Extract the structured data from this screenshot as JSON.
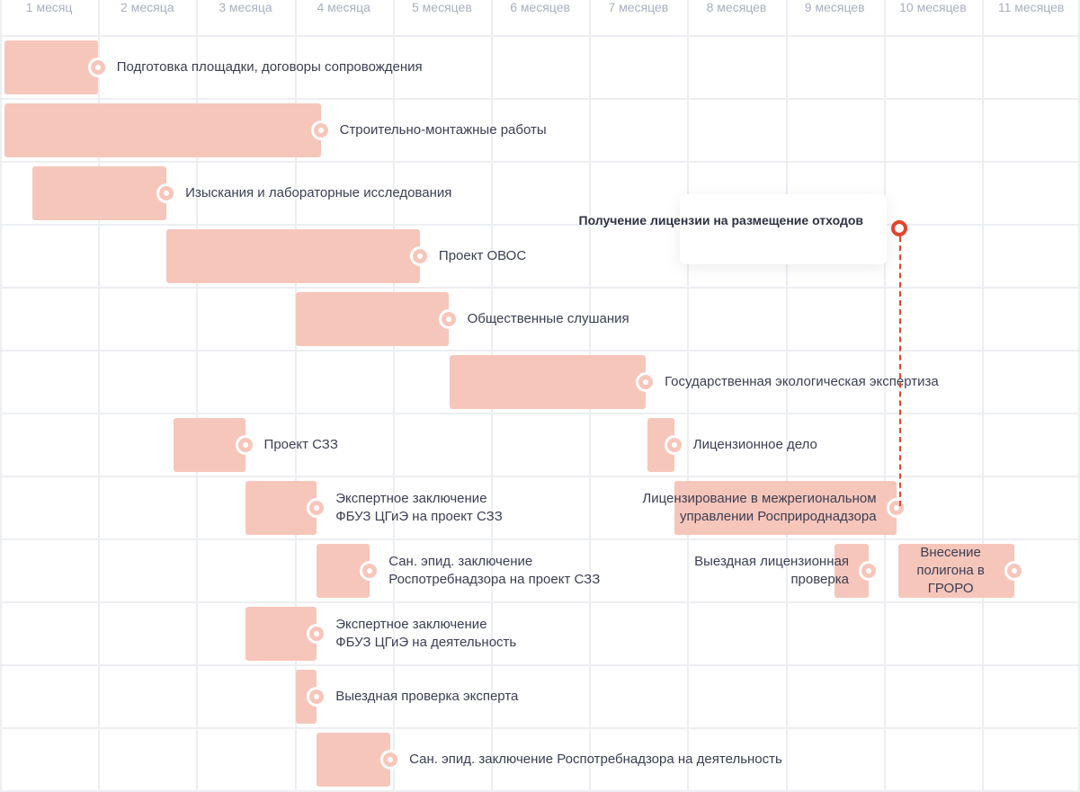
{
  "chart_data": {
    "type": "gantt",
    "months": [
      "1 месяц",
      "2 месяца",
      "3 месяца",
      "4 месяца",
      "5 месяцев",
      "6 месяцев",
      "7 месяцев",
      "8 месяцев",
      "9 месяцев",
      "10 месяцев",
      "11 месяцев"
    ],
    "x_unit": "months",
    "xlim": [
      0,
      11
    ],
    "tasks": [
      {
        "row": 0,
        "start": 0.0,
        "end": 0.95,
        "label": "Подготовка площадки, договоры сопровождения"
      },
      {
        "row": 1,
        "start": 0.0,
        "end": 3.22,
        "label": "Строительно-монтажные работы"
      },
      {
        "row": 2,
        "start": 0.28,
        "end": 1.65,
        "label": "Изыскания и лабораторные исследования"
      },
      {
        "row": 3,
        "start": 1.65,
        "end": 4.23,
        "label": "Проект ОВОС"
      },
      {
        "row": 4,
        "start": 2.97,
        "end": 4.52,
        "label": "Общественные слушания"
      },
      {
        "row": 5,
        "start": 4.53,
        "end": 6.53,
        "label": "Государственная экологическая экспертиза"
      },
      {
        "row": 6,
        "start": 1.72,
        "end": 2.45,
        "label": "Проект СЗЗ"
      },
      {
        "row": 6,
        "start": 6.55,
        "end": 6.82,
        "label": "Лицензионное дело"
      },
      {
        "row": 7,
        "start": 2.45,
        "end": 3.18,
        "label": "Экспертное заключение\nФБУЗ ЦГиЭ на проект СЗЗ"
      },
      {
        "row": 7,
        "start": 6.82,
        "end": 9.08,
        "label": "Лицензирование в межрегиональном\nуправлении Росприроднадзора",
        "label_side": "inside"
      },
      {
        "row": 8,
        "start": 3.18,
        "end": 3.72,
        "label": "Сан. эпид. заключение\nРоспотребнадзора на проект СЗЗ"
      },
      {
        "row": 8,
        "start": 8.45,
        "end": 8.8,
        "label": "Выездная лицензионная\nпроверка",
        "label_side": "left"
      },
      {
        "row": 8,
        "start": 9.1,
        "end": 10.28,
        "label": "Внесение\nполигона в\nГРОРО",
        "label_side": "inside"
      },
      {
        "row": 9,
        "start": 2.45,
        "end": 3.18,
        "label": "Экспертное заключение\nФБУЗ ЦГиЭ на деятельность"
      },
      {
        "row": 10,
        "start": 2.97,
        "end": 3.18,
        "label": "Выездная проверка эксперта"
      },
      {
        "row": 11,
        "start": 3.18,
        "end": 3.93,
        "label": "Сан. эпид. заключение Роспотребнадзора на деятельность"
      }
    ],
    "milestone": {
      "label": "Получение лицензии на\nразмещение отходов",
      "month": 9.08,
      "row": 7
    },
    "colors": {
      "bar": "#f7c6bb",
      "accent": "#e2452c",
      "grid": "#eceef2",
      "axis_text": "#a9afbf"
    }
  }
}
